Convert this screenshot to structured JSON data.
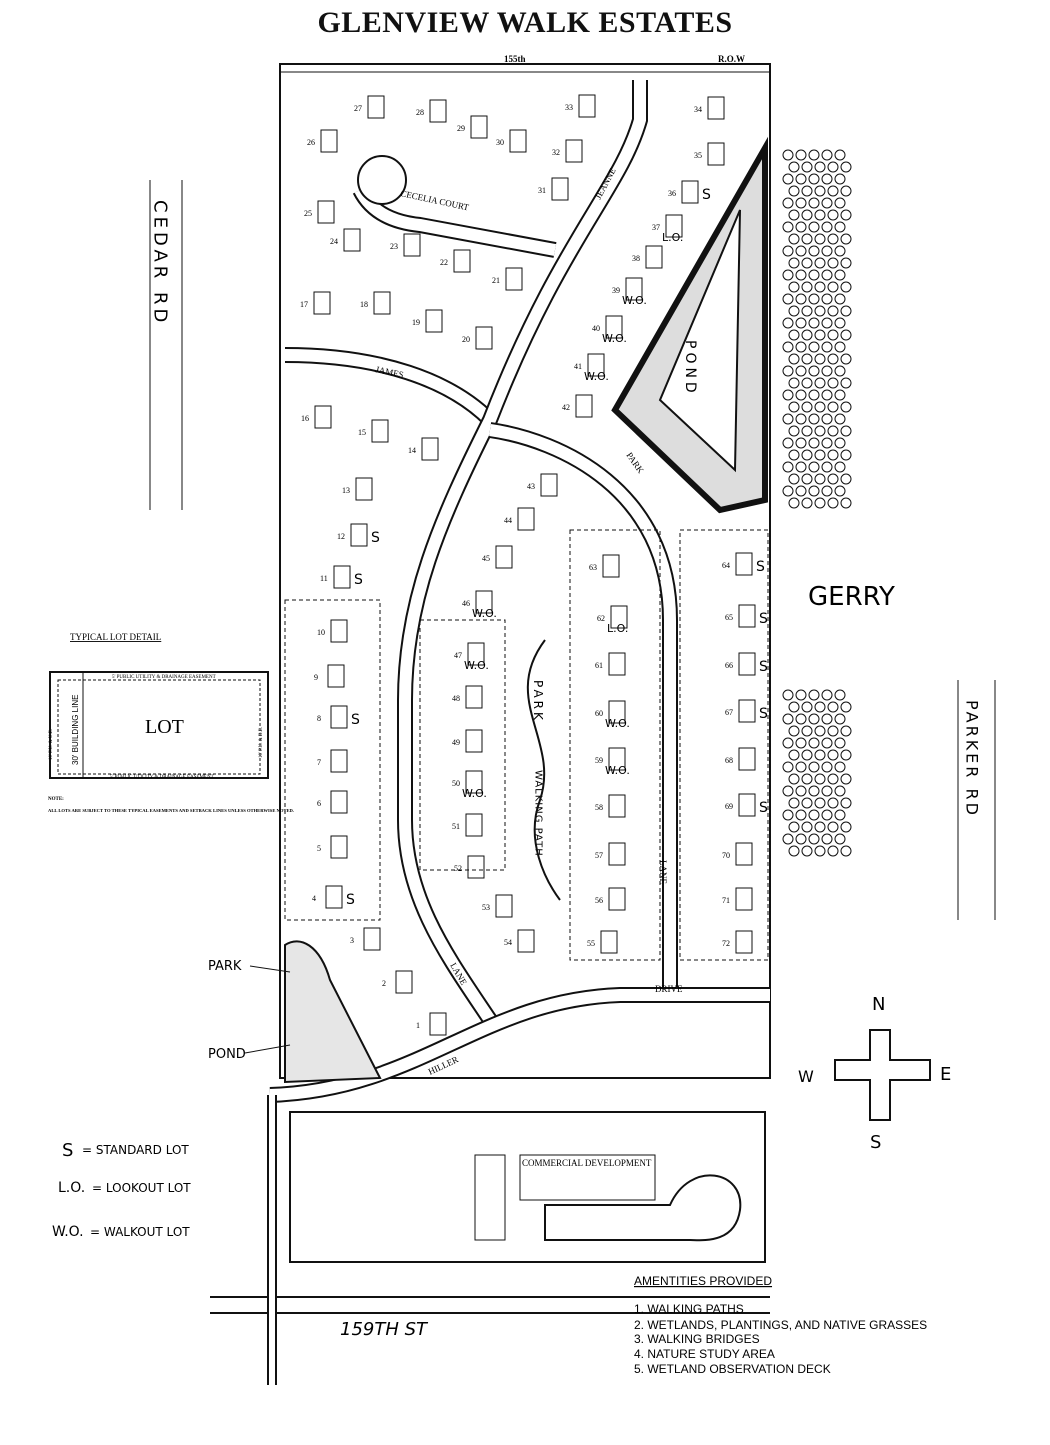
{
  "title": "GLENVIEW WALK ESTATES",
  "streets": {
    "north": "155th",
    "row": "R.O.W",
    "cecelia": "CECELIA COURT",
    "james": "JAMES",
    "jeanne": "JEANNE",
    "park_road": "PARK",
    "lane_east": "LANE",
    "lane_west": "LANE",
    "drive": "DRIVE",
    "hiller": "HILLER",
    "south": "159TH ST",
    "cedar": "CEDAR RD",
    "parker": "PARKER RD"
  },
  "owner_note": "GERRY",
  "features": {
    "pond_east": "POND",
    "park_center": "PARK",
    "walking_path": "WALKING PATH",
    "park_sw": "PARK",
    "pond_sw": "POND",
    "commercial": "COMMERCIAL DEVELOPMENT"
  },
  "lot_detail": {
    "heading": "TYPICAL LOT DETAIL",
    "lot": "LOT",
    "building_line": "30' BUILDING LINE",
    "side_left": "10' P.U. & U.E.",
    "side_right": "10' P.U. & D.E.",
    "top_easement": "5' PUBLIC UTILITY & DRAINAGE EASEMENT",
    "bottom_easement": "5' PUBLIC UTILITY & DRAINAGE EASEMENT",
    "note_head": "NOTE:",
    "note": "ALL LOTS ARE SUBJECT TO THESE TYPICAL EASEMENTS AND SETBACK LINES UNLESS OTHERWISE NOTED."
  },
  "legend": [
    {
      "code": "S",
      "text": "= STANDARD LOT"
    },
    {
      "code": "L.O.",
      "text": "= LOOKOUT LOT"
    },
    {
      "code": "W.O.",
      "text": "= WALKOUT LOT"
    }
  ],
  "compass": {
    "n": "N",
    "s": "S",
    "e": "E",
    "w": "W"
  },
  "amenities": {
    "heading": "AMENTITIES PROVIDED",
    "items": [
      "1. WALKING PATHS",
      "2. WETLANDS, PLANTINGS, AND NATIVE GRASSES",
      "3. WALKING BRIDGES",
      "4. NATURE STUDY AREA",
      "5. WETLAND OBSERVATION DECK"
    ]
  },
  "lots": [
    {
      "n": "1",
      "t": ""
    },
    {
      "n": "2",
      "t": ""
    },
    {
      "n": "3",
      "t": ""
    },
    {
      "n": "4",
      "t": "S"
    },
    {
      "n": "5",
      "t": ""
    },
    {
      "n": "6",
      "t": ""
    },
    {
      "n": "7",
      "t": ""
    },
    {
      "n": "8",
      "t": "S"
    },
    {
      "n": "9",
      "t": ""
    },
    {
      "n": "10",
      "t": ""
    },
    {
      "n": "11",
      "t": "S"
    },
    {
      "n": "12",
      "t": "S"
    },
    {
      "n": "13",
      "t": ""
    },
    {
      "n": "14",
      "t": ""
    },
    {
      "n": "15",
      "t": ""
    },
    {
      "n": "16",
      "t": ""
    },
    {
      "n": "17",
      "t": ""
    },
    {
      "n": "18",
      "t": ""
    },
    {
      "n": "19",
      "t": ""
    },
    {
      "n": "20",
      "t": ""
    },
    {
      "n": "21",
      "t": ""
    },
    {
      "n": "22",
      "t": ""
    },
    {
      "n": "23",
      "t": ""
    },
    {
      "n": "24",
      "t": ""
    },
    {
      "n": "25",
      "t": ""
    },
    {
      "n": "26",
      "t": ""
    },
    {
      "n": "27",
      "t": ""
    },
    {
      "n": "28",
      "t": ""
    },
    {
      "n": "29",
      "t": ""
    },
    {
      "n": "30",
      "t": ""
    },
    {
      "n": "31",
      "t": ""
    },
    {
      "n": "32",
      "t": ""
    },
    {
      "n": "33",
      "t": ""
    },
    {
      "n": "34",
      "t": ""
    },
    {
      "n": "35",
      "t": ""
    },
    {
      "n": "36",
      "t": "S"
    },
    {
      "n": "37",
      "t": "L.O."
    },
    {
      "n": "38",
      "t": ""
    },
    {
      "n": "39",
      "t": "W.O."
    },
    {
      "n": "40",
      "t": "W.O."
    },
    {
      "n": "41",
      "t": "W.O."
    },
    {
      "n": "42",
      "t": ""
    },
    {
      "n": "43",
      "t": ""
    },
    {
      "n": "44",
      "t": ""
    },
    {
      "n": "45",
      "t": ""
    },
    {
      "n": "46",
      "t": "W.O."
    },
    {
      "n": "47",
      "t": "W.O."
    },
    {
      "n": "48",
      "t": ""
    },
    {
      "n": "49",
      "t": ""
    },
    {
      "n": "50",
      "t": "W.O."
    },
    {
      "n": "51",
      "t": ""
    },
    {
      "n": "52",
      "t": ""
    },
    {
      "n": "53",
      "t": ""
    },
    {
      "n": "54",
      "t": ""
    },
    {
      "n": "55",
      "t": ""
    },
    {
      "n": "56",
      "t": ""
    },
    {
      "n": "57",
      "t": ""
    },
    {
      "n": "58",
      "t": ""
    },
    {
      "n": "59",
      "t": "W.O."
    },
    {
      "n": "60",
      "t": "W.O."
    },
    {
      "n": "61",
      "t": ""
    },
    {
      "n": "62",
      "t": "L.O."
    },
    {
      "n": "63",
      "t": ""
    },
    {
      "n": "64",
      "t": "S"
    },
    {
      "n": "65",
      "t": "S"
    },
    {
      "n": "66",
      "t": "S"
    },
    {
      "n": "67",
      "t": "S"
    },
    {
      "n": "68",
      "t": ""
    },
    {
      "n": "69",
      "t": "S"
    },
    {
      "n": "70",
      "t": ""
    },
    {
      "n": "71",
      "t": ""
    },
    {
      "n": "72",
      "t": ""
    }
  ]
}
